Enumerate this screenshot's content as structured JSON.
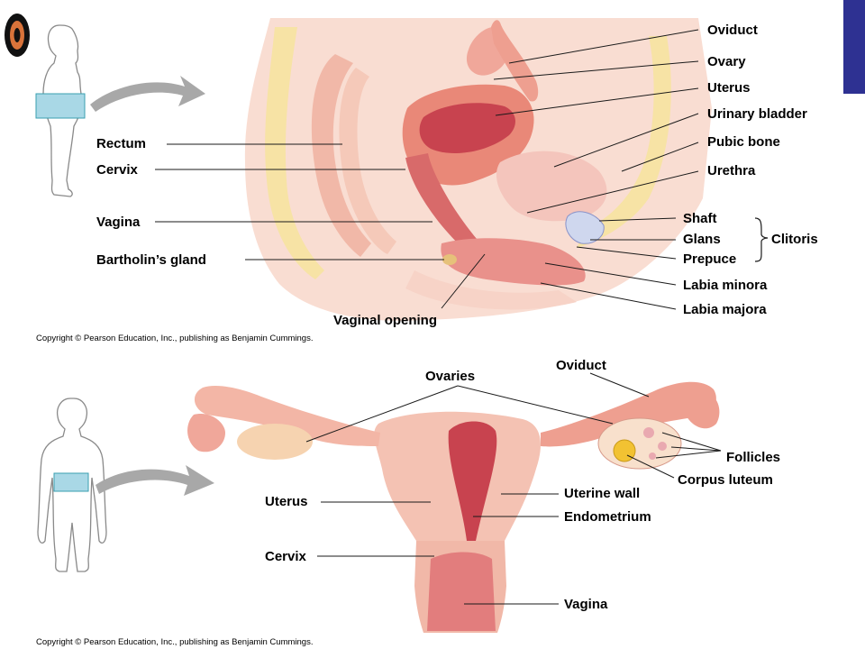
{
  "colors": {
    "accent_bar": "#2e3192",
    "tissue_light": "#f7cdbf",
    "tissue_mid": "#ee9f90",
    "tissue_dark": "#c8434f",
    "fat_yellow": "#f6e3a0",
    "silhouette_stroke": "#8a8a8a",
    "highlight_box": "#a9d8e6",
    "leader_line": "#1a1a1a",
    "arrow_gray": "#a8a8a8"
  },
  "icons": [
    "logo-icon",
    "silhouette-profile-icon",
    "silhouette-front-icon",
    "arrow-icon"
  ],
  "top_panel": {
    "labels": {
      "oviduct": "Oviduct",
      "ovary": "Ovary",
      "uterus": "Uterus",
      "urinary_bladder": "Urinary bladder",
      "pubic_bone": "Pubic bone",
      "urethra": "Urethra",
      "shaft": "Shaft",
      "glans": "Glans",
      "prepuce": "Prepuce",
      "clitoris": "Clitoris",
      "labia_minora": "Labia minora",
      "labia_majora": "Labia majora",
      "rectum": "Rectum",
      "cervix": "Cervix",
      "vagina": "Vagina",
      "bartholins_gland": "Bartholin’s gland",
      "vaginal_opening": "Vaginal opening"
    },
    "copyright": "Copyright © Pearson Education, Inc., publishing as Benjamin Cummings."
  },
  "bottom_panel": {
    "labels": {
      "ovaries": "Ovaries",
      "oviduct": "Oviduct",
      "follicles": "Follicles",
      "corpus_luteum": "Corpus luteum",
      "uterus": "Uterus",
      "uterine_wall": "Uterine wall",
      "endometrium": "Endometrium",
      "cervix": "Cervix",
      "vagina": "Vagina"
    },
    "copyright": "Copyright © Pearson Education, Inc., publishing as Benjamin Cummings."
  }
}
